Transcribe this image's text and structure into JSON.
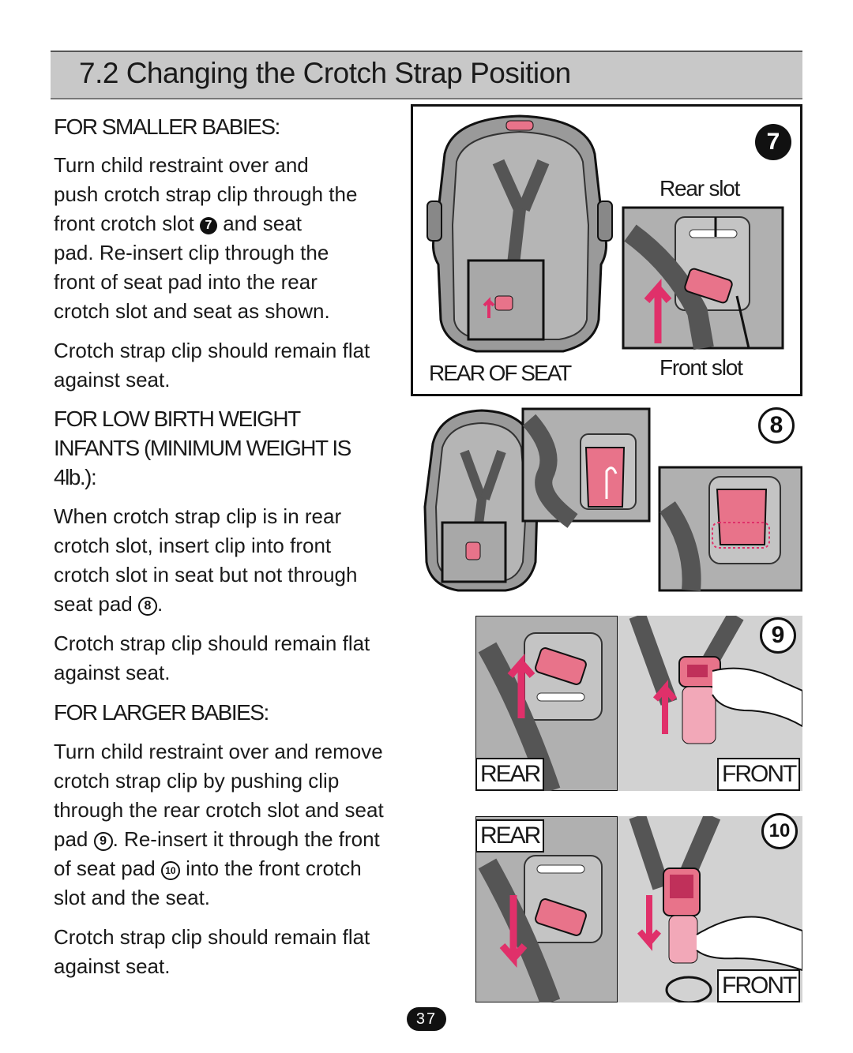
{
  "title": "7.2 Changing the Crotch Strap Position",
  "smaller": {
    "heading": "FOR SMALLER BABIES:",
    "p1_a": "Turn child restraint over and",
    "p1_b": "push crotch strap clip through the",
    "p1_c1": "front crotch slot ",
    "p1_c2": " and seat",
    "p1_d": "pad. Re-insert clip through the",
    "p1_e": "front of seat pad into the rear",
    "p1_f": "crotch slot and seat as shown.",
    "p2_a": "Crotch strap clip should remain flat",
    "p2_b": "against seat."
  },
  "low_birth": {
    "heading_a": "FOR LOW BIRTH WEIGHT",
    "heading_b": "INFANTS (MINIMUM WEIGHT IS",
    "heading_c": "4lb.):",
    "p1_a": "When crotch strap clip is in rear",
    "p1_b": "crotch slot, insert clip into front",
    "p1_c": "crotch slot in seat but not through",
    "p1_d": "seat pad ",
    "p1_e": ".",
    "p2_a": "Crotch strap clip should remain flat",
    "p2_b": "against seat."
  },
  "larger": {
    "heading": "FOR LARGER BABIES:",
    "p1_a": "Turn child restraint over and remove",
    "p1_b": "crotch strap clip by pushing clip",
    "p1_c": "through the rear crotch slot and seat",
    "p1_d1": "pad ",
    "p1_d2": ". Re-insert it through the front",
    "p1_e1": "of seat pad ",
    "p1_e2": " into the front crotch",
    "p1_f": "slot and the seat.",
    "p2_a": "Crotch strap clip should remain flat",
    "p2_b": "against seat."
  },
  "figures": {
    "step7": "7",
    "step8": "8",
    "step9": "9",
    "step10": "10",
    "rear_slot": "Rear slot",
    "front_slot": "Front slot",
    "rear_of_seat": "REAR OF SEAT",
    "rear": "REAR",
    "front": "FRONT"
  },
  "page_number": "37",
  "colors": {
    "clip_pink": "#e8738a",
    "arrow_pink": "#e0306a",
    "strap_gray": "#5a5a5a",
    "header_gray": "#c8c8c8"
  }
}
